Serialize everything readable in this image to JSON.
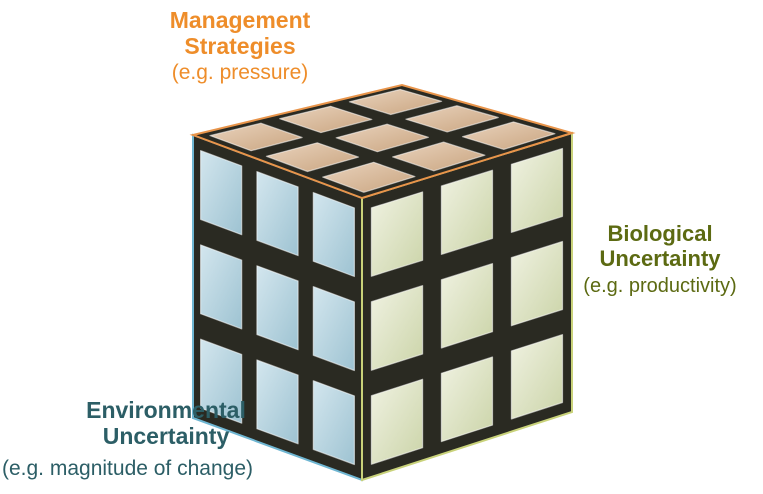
{
  "labels": {
    "management": {
      "line1": "Management",
      "line2": "Strategies",
      "sub": "(e.g. pressure)",
      "color": "#EE8D2A"
    },
    "biological": {
      "line1": "Biological",
      "line2": "Uncertainty",
      "sub": "(e.g. productivity)",
      "color": "#5C6A12"
    },
    "environmental": {
      "line1": "Environmental",
      "line2": "Uncertainty",
      "sub": "(e.g. magnitude of change)",
      "color": "#2C5E66"
    }
  },
  "cube": {
    "grid": 3,
    "faces": {
      "top": {
        "color": "#D9B89A"
      },
      "left": {
        "color": "#B7D3DE"
      },
      "right": {
        "color": "#DCE3C2"
      }
    },
    "edge_colors": {
      "top": "#E8944A",
      "left": "#6FB6D2",
      "right": "#C9D27A"
    }
  }
}
